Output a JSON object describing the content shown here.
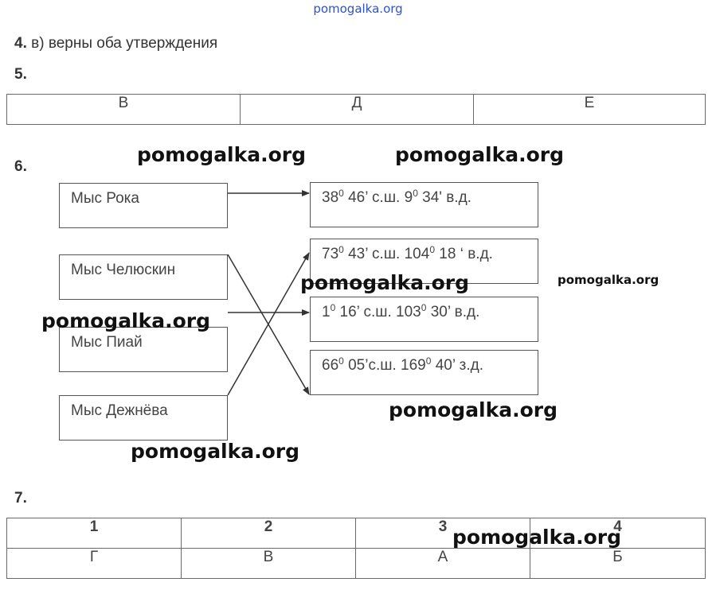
{
  "watermark": {
    "top": "pomogalka.org",
    "text": "pomogalka.org"
  },
  "q4": {
    "num": "4.",
    "answer": "в) верны оба утверждения"
  },
  "q5": {
    "num": "5.",
    "cells": [
      "В",
      "Д",
      "Е"
    ]
  },
  "q6": {
    "num": "6.",
    "left": [
      "Мыс Рока",
      "Мыс Челюскин",
      "Мыс Пиай",
      "Мыс Дежнёва"
    ],
    "right": [
      {
        "d1": "38",
        "s1": "0",
        "m1": " 46’ с.ш. 9",
        "s2": "0",
        "m2": " 34' в.д."
      },
      {
        "d1": "73",
        "s1": "0",
        "m1": " 43’ с.ш. 104",
        "s2": "0",
        "m2": " 18 ‘ в.д."
      },
      {
        "d1": "1",
        "s1": "0",
        "m1": " 16’ с.ш. 103",
        "s2": "0",
        "m2": " 30’ в.д."
      },
      {
        "d1": "66",
        "s1": "0",
        "m1": " 05’с.ш. 169",
        "s2": "0",
        "m2": " 40’ з.д."
      }
    ],
    "matches": [
      [
        0,
        0
      ],
      [
        1,
        3
      ],
      [
        2,
        2
      ],
      [
        3,
        1
      ]
    ]
  },
  "q7": {
    "num": "7.",
    "header": [
      "1",
      "2",
      "3",
      "4"
    ],
    "values": [
      "Г",
      "В",
      "А",
      "Б"
    ]
  }
}
